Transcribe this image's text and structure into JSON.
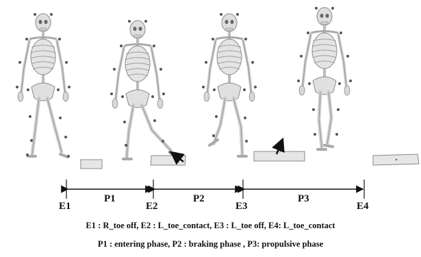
{
  "events": [
    {
      "id": "e1",
      "label": "E1"
    },
    {
      "id": "e2",
      "label": "E2"
    },
    {
      "id": "e3",
      "label": "E3"
    },
    {
      "id": "e4",
      "label": "E4"
    }
  ],
  "phases": [
    {
      "id": "p1",
      "label": "P1"
    },
    {
      "id": "p2",
      "label": "P2"
    },
    {
      "id": "p3",
      "label": "P3"
    }
  ],
  "legend": {
    "events_line": "E1 : R_toe off, E2 : L_toe_contact, E3 : L_toe off, E4: L_toe_contact",
    "phases_line": "P1 : entering phase, P2 : braking phase , P3: propulsive phase"
  },
  "figures": [
    "skeleton-1",
    "skeleton-2",
    "skeleton-3",
    "skeleton-4"
  ],
  "colors": {
    "bone": "#d9d9d9",
    "outline": "#8a8a8a",
    "marker": "#555555",
    "plate": "#e6e6e6",
    "arrow": "#111111"
  }
}
